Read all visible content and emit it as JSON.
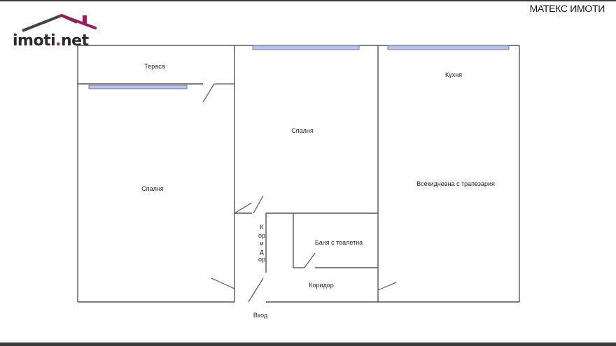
{
  "header": {
    "logo_text": "imoti",
    "logo_dot": ".",
    "logo_tld": "net",
    "agency": "МАТЕКС ИМОТИ"
  },
  "colors": {
    "wall": "#555555",
    "window": "#b8c3e6",
    "window_border": "#6d7bb3",
    "logo_roof": "#9b1c5a",
    "logo_text": "#2b2b2b",
    "bar": "#3a3a3a"
  },
  "rooms": {
    "terrace": "Тераса",
    "bedroom_left": "Спалня",
    "bedroom_middle": "Спалня",
    "kitchen": "Кухня",
    "living_dining": "Всекидневна с трапезария",
    "bathroom": "Баня с тоалетна",
    "corridor_vertical": "Коридор",
    "corridor_horizontal": "Коридор",
    "entrance": "Вход"
  }
}
